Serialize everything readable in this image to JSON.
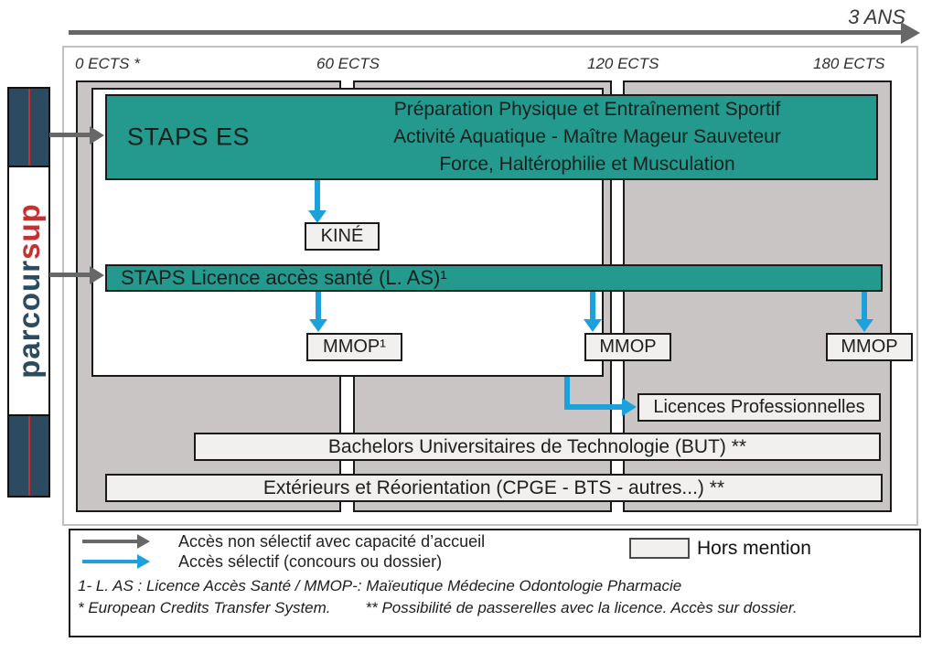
{
  "timeline": {
    "duration_label": "3 ANS",
    "ticks": [
      "0 ECTS *",
      "60 ECTS",
      "120 ECTS",
      "180 ECTS"
    ]
  },
  "logo": {
    "text_main": "parcour",
    "text_accent": "sup"
  },
  "diagram": {
    "staps_es": {
      "title": "STAPS ES",
      "lines": [
        "Préparation Physique et Entraînement Sportif",
        "Activité Aquatique - Maître Mageur Sauveteur",
        "Force, Haltérophilie et Musculation"
      ]
    },
    "kine": "KINÉ",
    "staps_las": "STAPS Licence accès santé (L. AS)¹",
    "mmop_1": "MMOP¹",
    "mmop_2": "MMOP",
    "mmop_3": "MMOP",
    "licences_pro": "Licences Professionnelles",
    "but": "Bachelors Universitaires de Technologie (BUT) **",
    "exterieurs": "Extérieurs et Réorientation (CPGE - BTS - autres...) **"
  },
  "legend": {
    "non_selectif": "Accès non sélectif avec capacité d’accueil",
    "selectif": "Accès sélectif (concours ou dossier)",
    "hors_mention": "Hors mention"
  },
  "footnotes": {
    "line1": "1- L. AS : Licence Accès Santé / MMOP-: Maïeutique Médecine Odontologie Pharmacie",
    "line2_a": "* European Credits Transfer System.",
    "line2_b": "** Possibilité de passerelles avec la licence. Accès sur dossier."
  },
  "colors": {
    "teal": "#239a8d",
    "column_gray": "#c9c5c5",
    "box_fill": "#f1f0ef",
    "arrow_blue": "#1da1dc",
    "arrow_gray": "#676767",
    "logo_navy": "#2c4a60",
    "logo_red": "#c63031"
  }
}
